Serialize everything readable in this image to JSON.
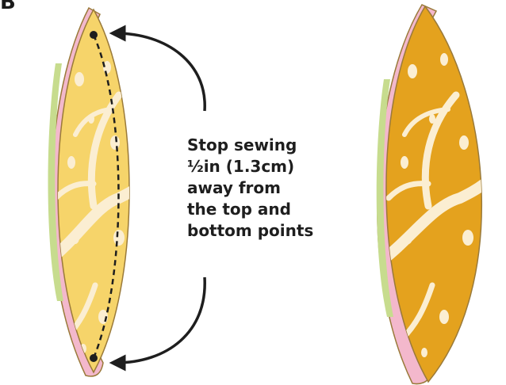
{
  "step_letter": "B",
  "callout": {
    "lines": [
      "Stop sewing",
      "½in (1.3cm)",
      "away from",
      "the top and",
      "bottom points"
    ]
  },
  "colors": {
    "fabric_light": "#f6d46a",
    "fabric_dark": "#e4a21e",
    "motif": "#fbeed2",
    "selvage_pink": "#f3b8cc",
    "selvage_green": "#c7dc8e",
    "outline": "#9a7a3a",
    "stitch": "#1e1e1e"
  },
  "icons": [
    "curved-arrow-up-icon",
    "curved-arrow-down-icon",
    "point-marker-icon"
  ]
}
